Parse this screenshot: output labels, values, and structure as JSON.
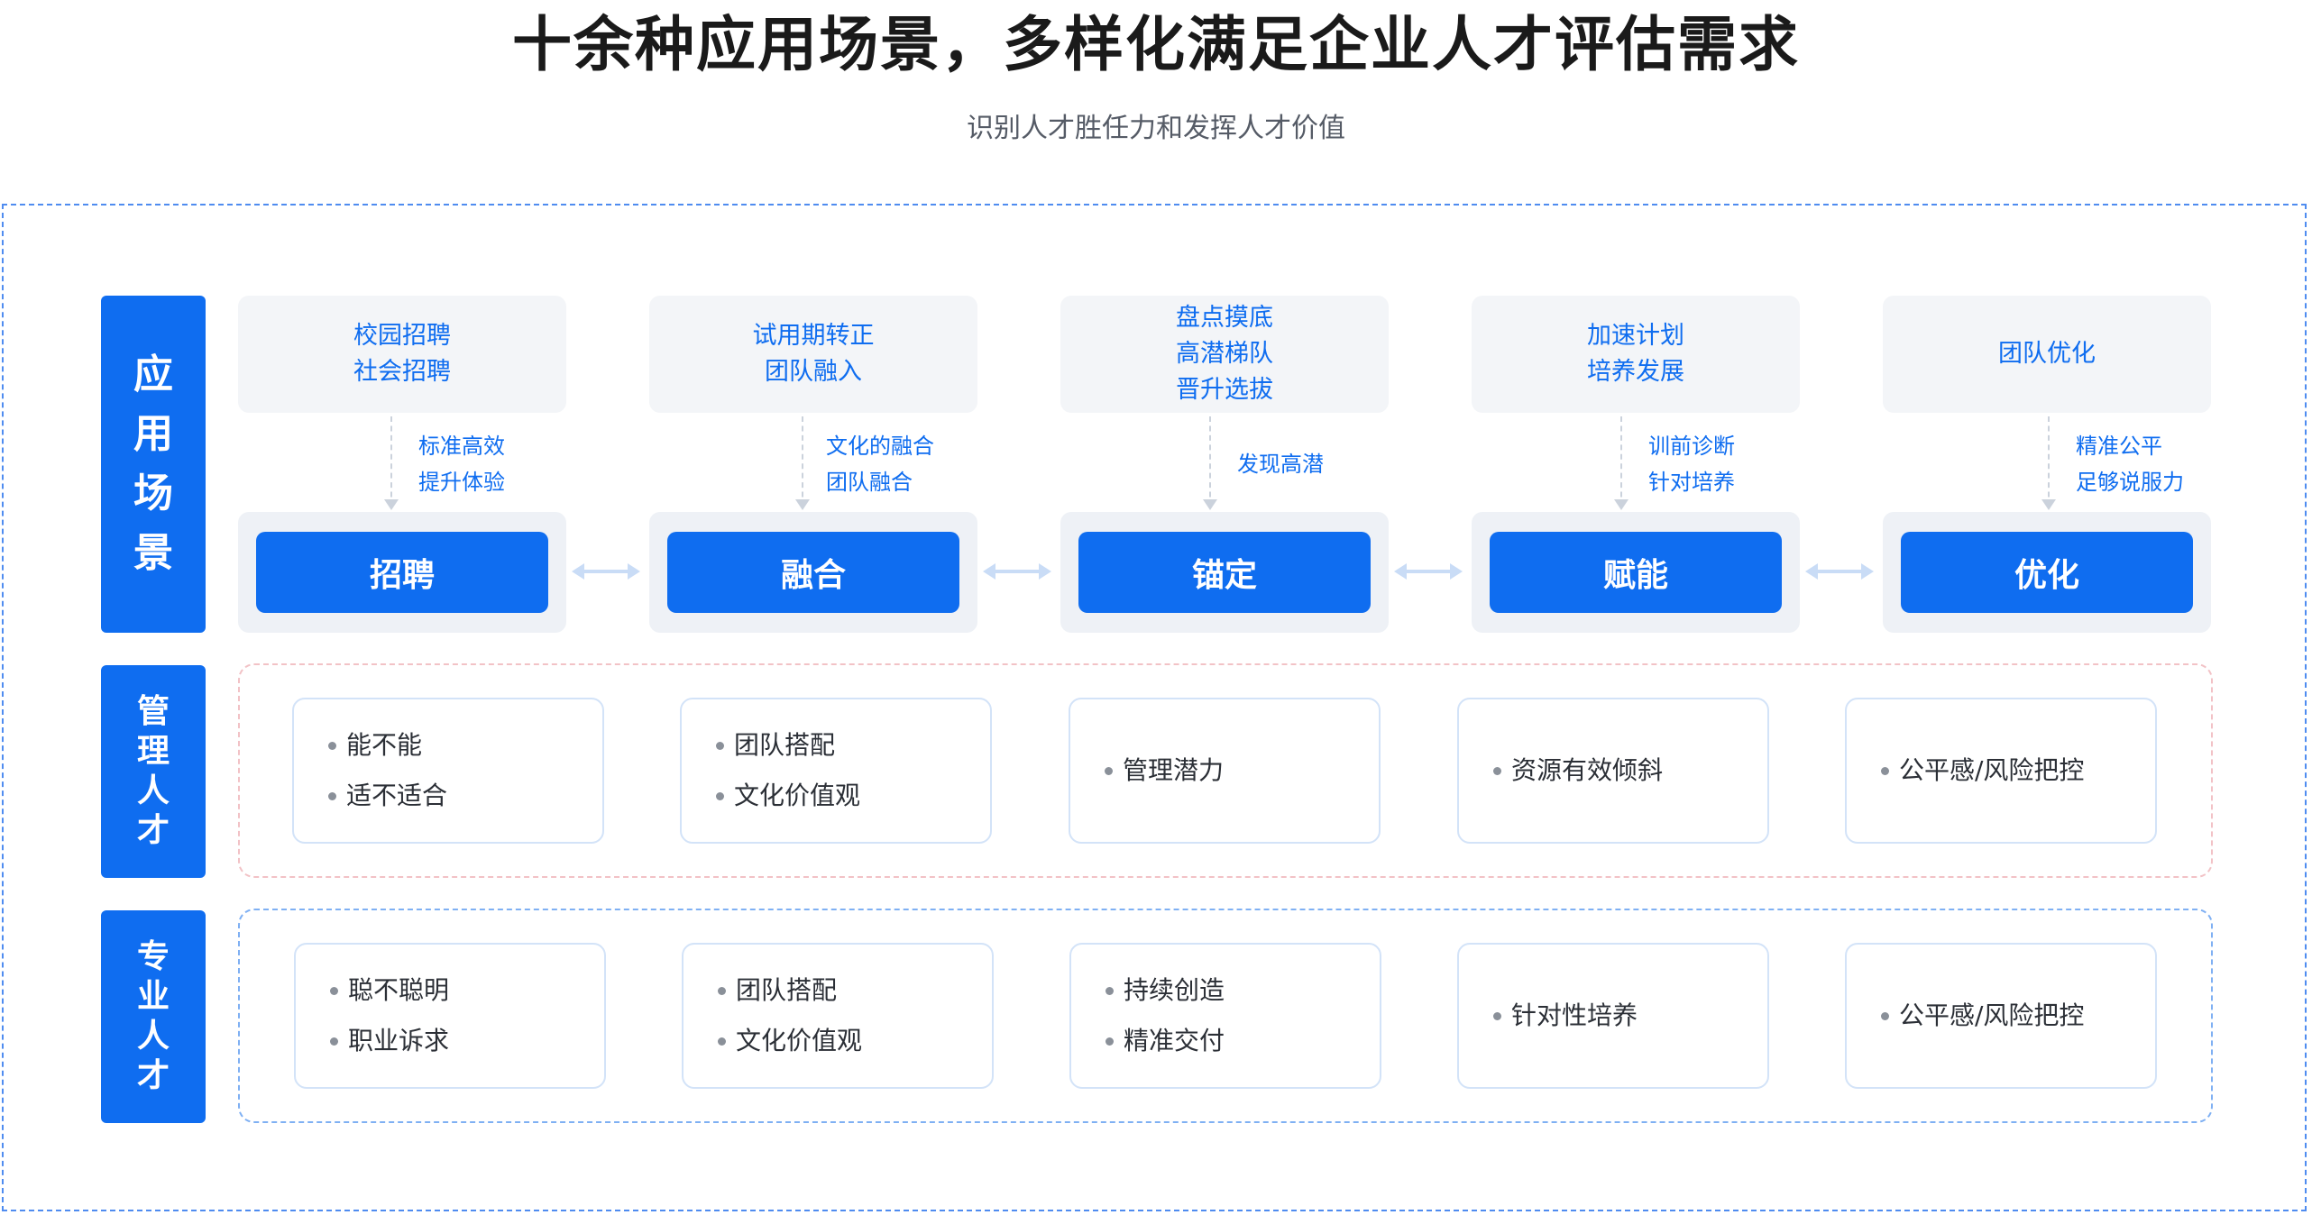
{
  "header": {
    "title": "十余种应用场景，多样化满足企业人才评估需求",
    "subtitle": "识别人才胜任力和发挥人才价值"
  },
  "sections": {
    "scenes_label": [
      "应",
      "用",
      "场",
      "景"
    ],
    "management_label": [
      "管",
      "理",
      "人",
      "才"
    ],
    "professional_label": [
      "专",
      "业",
      "人",
      "才"
    ]
  },
  "columns": [
    {
      "scene": [
        "校园招聘",
        "社会招聘"
      ],
      "notes": [
        "标准高效",
        "提升体验"
      ],
      "stage": "招聘",
      "management": [
        "能不能",
        "适不适合"
      ],
      "professional": [
        "聪不聪明",
        "职业诉求"
      ]
    },
    {
      "scene": [
        "试用期转正",
        "团队融入"
      ],
      "notes": [
        "文化的融合",
        "团队融合"
      ],
      "stage": "融合",
      "management": [
        "团队搭配",
        "文化价值观"
      ],
      "professional": [
        "团队搭配",
        "文化价值观"
      ]
    },
    {
      "scene": [
        "盘点摸底",
        "高潜梯队",
        "晋升选拔"
      ],
      "notes": [
        "发现高潜"
      ],
      "stage": "锚定",
      "management": [
        "管理潜力"
      ],
      "professional": [
        "持续创造",
        "精准交付"
      ]
    },
    {
      "scene": [
        "加速计划",
        "培养发展"
      ],
      "notes": [
        "训前诊断",
        "针对培养"
      ],
      "stage": "赋能",
      "management": [
        "资源有效倾斜"
      ],
      "professional": [
        "针对性培养"
      ]
    },
    {
      "scene": [
        "团队优化"
      ],
      "notes": [
        "精准公平",
        "足够说服力"
      ],
      "stage": "优化",
      "management": [
        "公平感/风险把控"
      ],
      "professional": [
        "公平感/风险把控"
      ]
    }
  ],
  "colors": {
    "primary": "#0f6df0",
    "scene_bg": "#f3f5f8",
    "pink_border": "#f2c2c6",
    "blue_border": "#7fb0f3"
  }
}
